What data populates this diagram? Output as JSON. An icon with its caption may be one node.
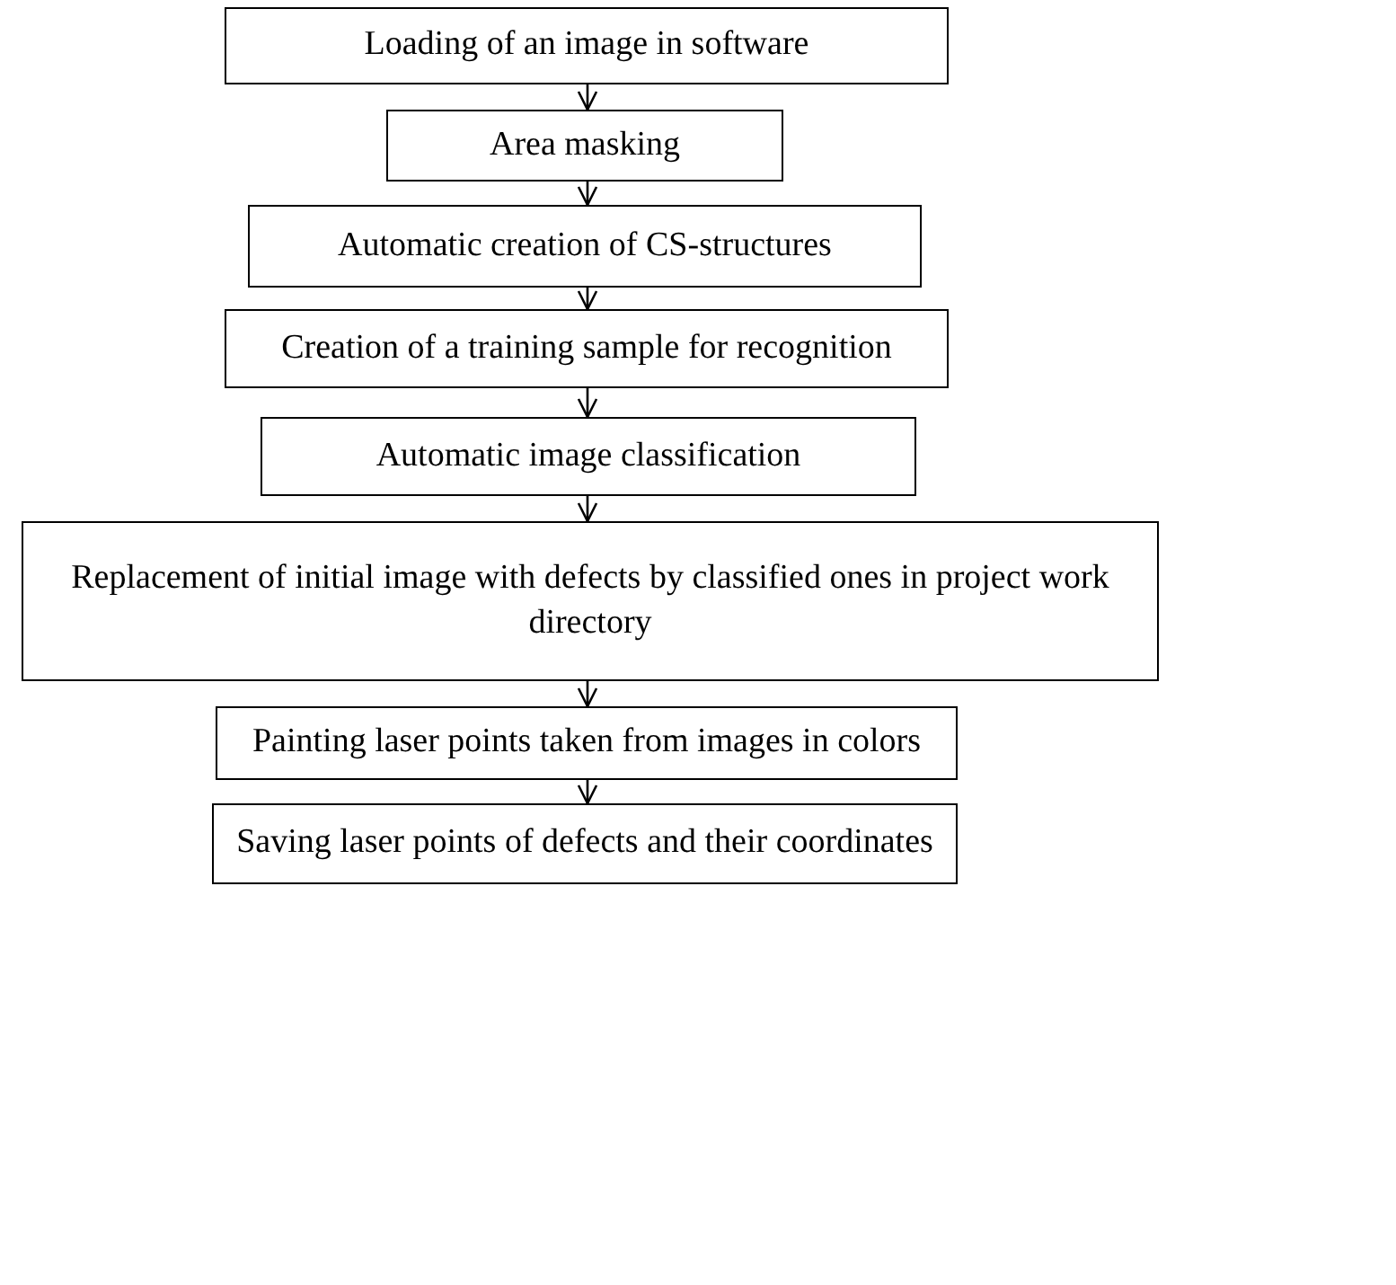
{
  "diagram": {
    "nodes": [
      {
        "text": [
          "Loading of an image in software"
        ]
      },
      {
        "text": [
          "Area masking"
        ]
      },
      {
        "text": [
          "Automatic creation of CS-structures"
        ]
      },
      {
        "text": [
          "Creation of a training sample for recognition"
        ]
      },
      {
        "text": [
          "Automatic image classification"
        ]
      },
      {
        "text": [
          "Replacement of initial image with defects by classified ones in project work directory"
        ]
      },
      {
        "text": [
          "Painting laser points taken from images in colors"
        ]
      },
      {
        "text": [
          "Saving laser points of defects and their coordinates"
        ]
      }
    ],
    "edges": [
      {
        "from": 0,
        "to": 1,
        "arrow": "to"
      },
      {
        "from": 1,
        "to": 2,
        "arrow": "to"
      },
      {
        "from": 2,
        "to": 3,
        "arrow": "to"
      },
      {
        "from": 3,
        "to": 4,
        "arrow": "to"
      },
      {
        "from": 4,
        "to": 5,
        "arrow": "to"
      },
      {
        "from": 5,
        "to": 6,
        "arrow": "to"
      },
      {
        "from": 6,
        "to": 7,
        "arrow": "to"
      }
    ]
  }
}
